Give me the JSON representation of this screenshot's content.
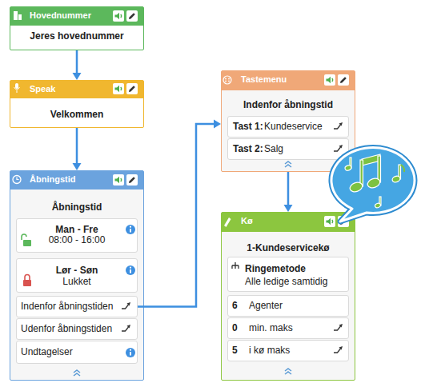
{
  "diagram": {
    "nodes": [
      {
        "text": [
          "Hovednummer",
          "Jeres hovednummer"
        ]
      },
      {
        "text": [
          "Speak",
          "Velkommen"
        ]
      },
      {
        "text": [
          "Åbningstid",
          "Åbningstid"
        ]
      },
      {
        "text": [
          "Man - Fre",
          "08:00 - 16:00"
        ],
        "in": 2
      },
      {
        "text": [
          "Lør - Søn",
          "Lukket"
        ],
        "in": 2
      },
      {
        "text": [
          "Indenfor åbningstiden"
        ],
        "in": 2
      },
      {
        "text": [
          "Udenfor åbningstiden"
        ],
        "in": 2
      },
      {
        "text": [
          "Undtagelser"
        ],
        "in": 2
      },
      {
        "text": [
          "Tastemenu",
          "Indenfor åbningstid"
        ]
      },
      {
        "text": [
          "Tast 1:",
          "Kundeservice"
        ],
        "in": 8
      },
      {
        "text": [
          "Tast 2:",
          "Salg"
        ],
        "in": 8
      },
      {
        "text": [
          "Kø",
          "1-Kundeservicekø"
        ]
      },
      {
        "text": [
          "Ringemetode",
          "Alle ledige samtidig"
        ],
        "in": 11
      },
      {
        "text": [
          "6",
          "Agenter"
        ],
        "in": 11
      },
      {
        "text": [
          "0",
          "min. maks"
        ],
        "in": 11
      },
      {
        "text": [
          "5",
          "i kø maks"
        ],
        "in": 11
      }
    ],
    "edges": [
      {
        "from": 0,
        "to": 1,
        "arrow": "to"
      },
      {
        "from": 1,
        "to": 2,
        "arrow": "to"
      },
      {
        "from": 5,
        "to": 8,
        "arrow": "to"
      },
      {
        "from": 8,
        "to": 11,
        "arrow": "to"
      }
    ]
  }
}
